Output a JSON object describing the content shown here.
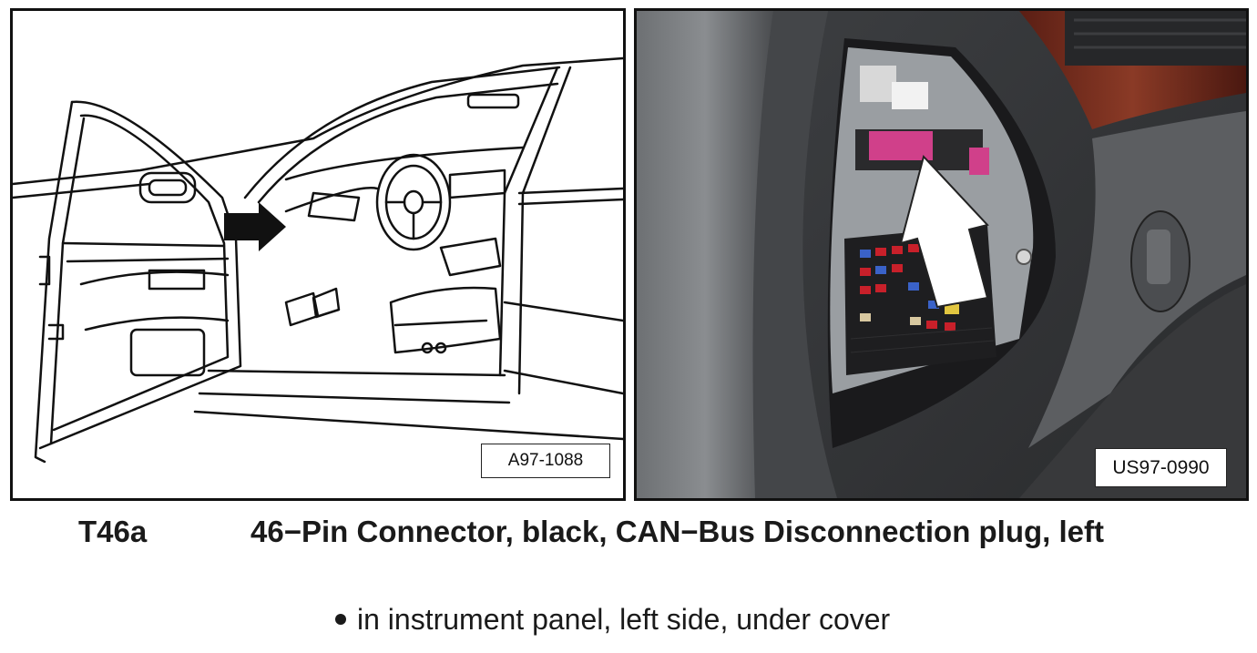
{
  "figure": {
    "left_ref": "A97-1088",
    "right_ref": "US97-0990"
  },
  "caption": {
    "code": "T46a",
    "title": "46−Pin Connector, black, CAN−Bus Disconnection plug, left"
  },
  "note": {
    "text": "in instrument panel, left side, under cover"
  }
}
